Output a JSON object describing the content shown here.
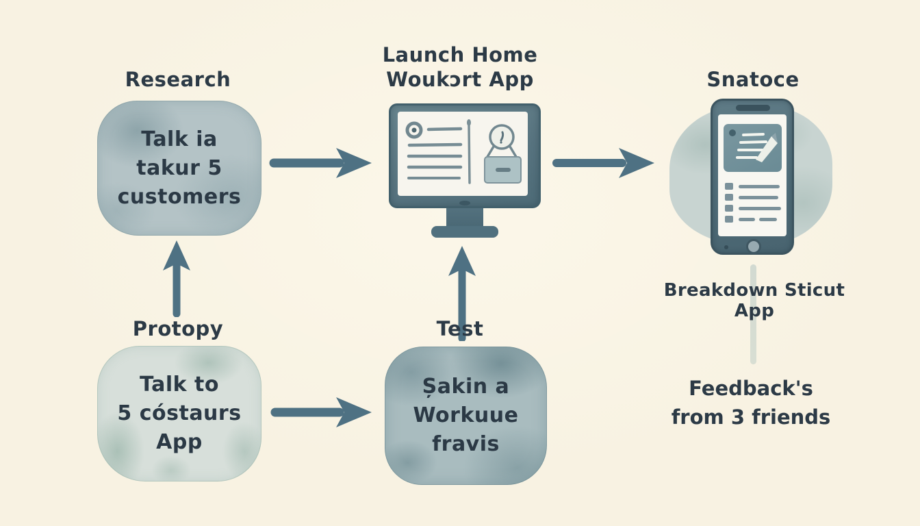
{
  "diagram_type": "hand-drawn watercolor flowchart",
  "colors": {
    "background": "#f8f2e2",
    "text": "#2c3a46",
    "arrow": "#4e7183",
    "research_box_fill": "#b4c3c6",
    "protopy_box_fill": "#d7dfda",
    "test_box_fill": "#a9bcbf",
    "phone_blob_fill": "#c8d4d1",
    "device_frame": "#57727e",
    "device_screen": "#f7f5ee"
  },
  "nodes": {
    "research": {
      "title": "Research",
      "line1": "Talk ia",
      "line2": "takur 5",
      "line3": "customers"
    },
    "launch": {
      "title_line1": "Launch Home",
      "title_line2": "Woukɔrt App",
      "icon": "desktop-monitor-illustration"
    },
    "snatoce": {
      "title": "Snatoce",
      "icon": "smartphone-illustration"
    },
    "protopy": {
      "title": "Protopy",
      "line1": "Talk to",
      "line2": "5 cóstaurs",
      "line3": "App"
    },
    "test": {
      "title": "Test",
      "line1": "Șakin a",
      "line2": "Workuue",
      "line3": "fravis"
    }
  },
  "annotations": {
    "breakdown_note": "Breakdown Sticut App",
    "feedback_line1": "Feedback's",
    "feedback_line2": "from 3 friends"
  },
  "edges": [
    {
      "from": "research",
      "to": "launch",
      "direction": "right"
    },
    {
      "from": "launch",
      "to": "snatoce",
      "direction": "right"
    },
    {
      "from": "protopy",
      "to": "research",
      "direction": "up"
    },
    {
      "from": "test",
      "to": "launch",
      "direction": "up"
    },
    {
      "from": "protopy",
      "to": "test",
      "direction": "right"
    },
    {
      "from": "snatoce",
      "to": "feedback-note",
      "direction": "down",
      "style": "faint-line"
    }
  ]
}
